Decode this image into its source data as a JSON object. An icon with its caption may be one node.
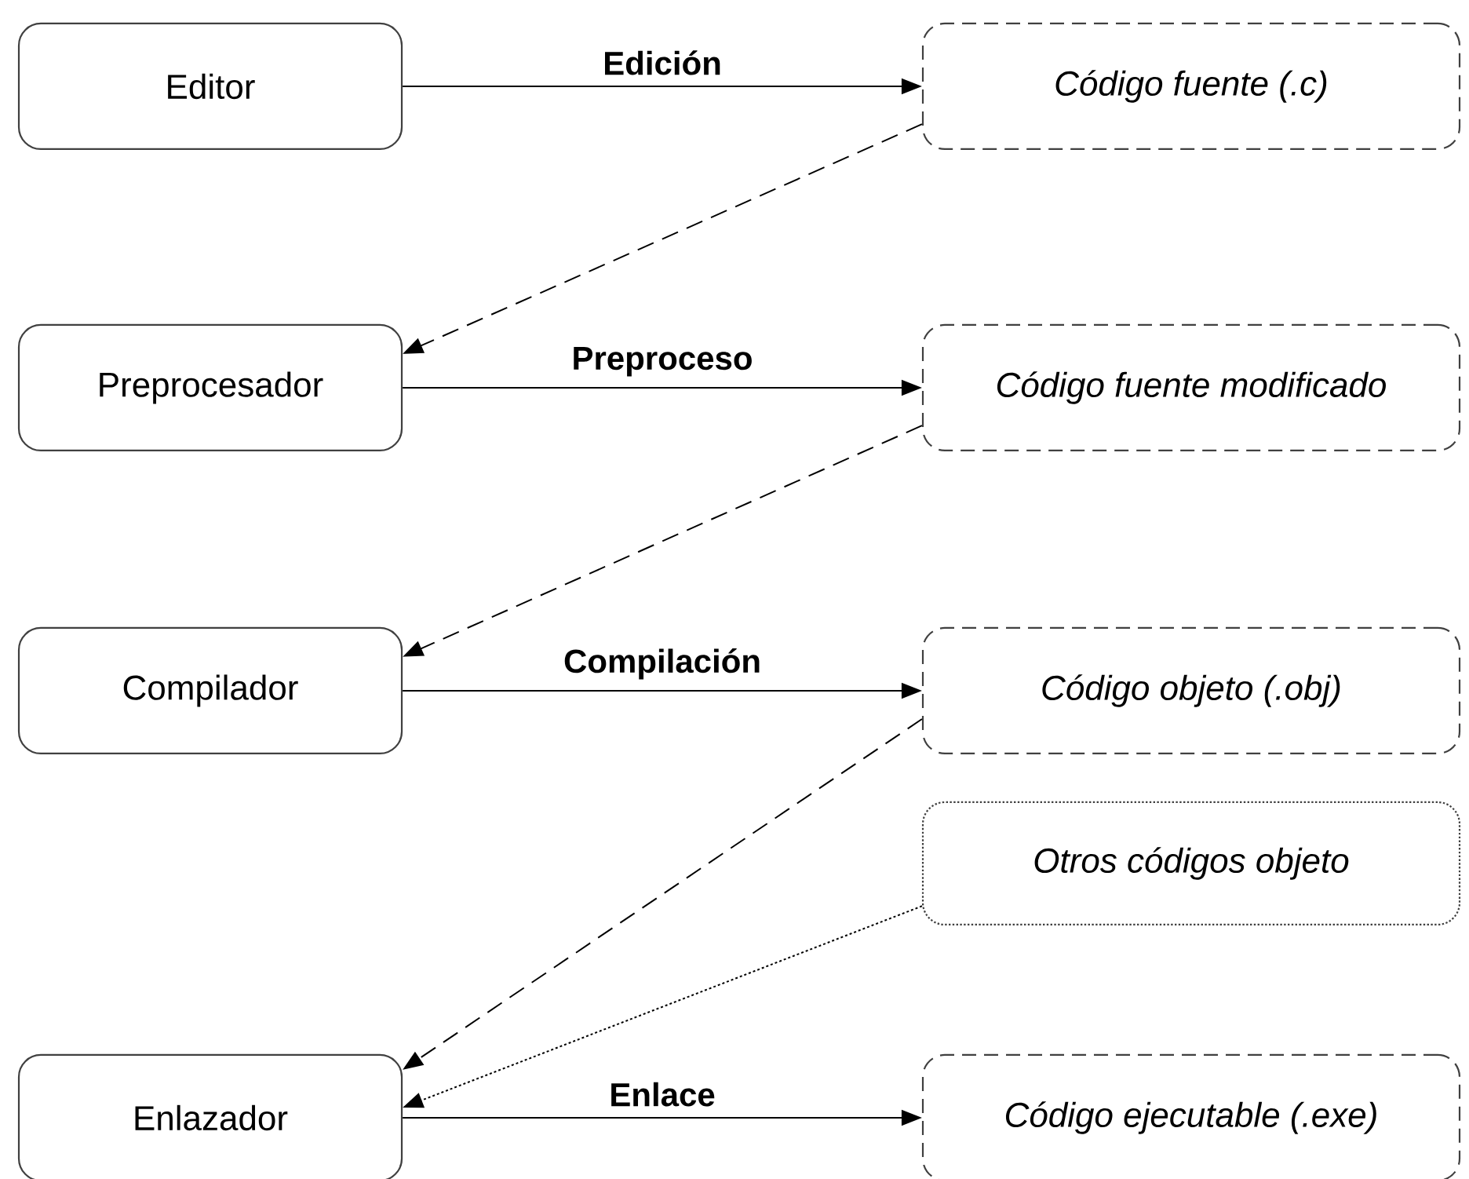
{
  "diagram": {
    "nodes": [
      {
        "text": [
          "Editor"
        ]
      },
      {
        "text": [
          "Código fuente (.c)"
        ]
      },
      {
        "text": [
          "Preprocesador"
        ]
      },
      {
        "text": [
          "Código fuente modificado"
        ]
      },
      {
        "text": [
          "Compilador"
        ]
      },
      {
        "text": [
          "Código objeto (.obj)"
        ]
      },
      {
        "text": [
          "Otros códigos objeto"
        ]
      },
      {
        "text": [
          "Enlazador"
        ]
      },
      {
        "text": [
          "Código ejecutable (.exe)"
        ]
      }
    ],
    "edges": [
      {
        "from": 0,
        "to": 1,
        "arrow": "to",
        "label": "Edición"
      },
      {
        "from": 1,
        "to": 2,
        "arrow": "to",
        "style": "dashed"
      },
      {
        "from": 2,
        "to": 3,
        "arrow": "to",
        "label": "Preproceso"
      },
      {
        "from": 3,
        "to": 4,
        "arrow": "to",
        "style": "dashed"
      },
      {
        "from": 4,
        "to": 5,
        "arrow": "to",
        "label": "Compilación"
      },
      {
        "from": 5,
        "to": 7,
        "arrow": "to",
        "style": "dashed"
      },
      {
        "from": 6,
        "to": 7,
        "arrow": "to",
        "style": "dashed"
      },
      {
        "from": 7,
        "to": 8,
        "arrow": "to",
        "label": "Enlace"
      }
    ]
  }
}
